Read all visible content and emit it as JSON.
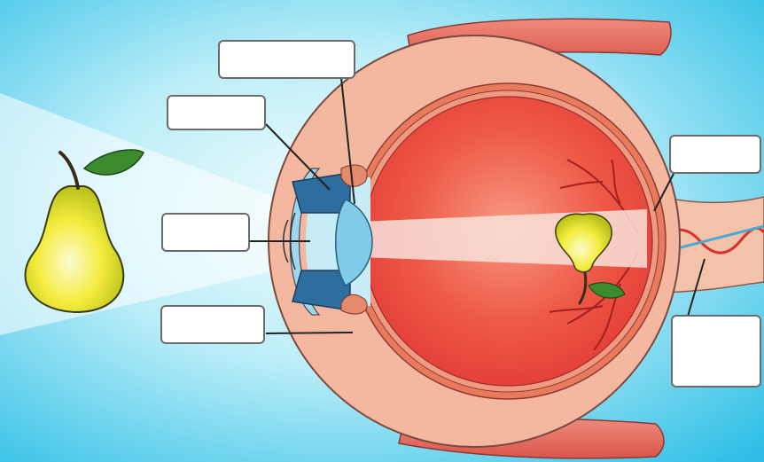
{
  "diagram": {
    "subject": "eye-cross-section",
    "colors": {
      "background_light": "#e6f8fb",
      "background_dark": "#2fbfe6",
      "sclera": "#f4b8a0",
      "choroid": "#e56a4a",
      "retina_interior": "#ee4b40",
      "iris": "#2a6e9a",
      "cornea": "#bfe9f5",
      "muscle": "#e86a5c",
      "pear": "#f5e83a",
      "leaf": "#3b8a2e",
      "optic_nerve": "#f2c0a4",
      "light_beam": "#f7e6df"
    },
    "label_boxes": [
      {
        "id": "label-1",
        "text": ""
      },
      {
        "id": "label-2",
        "text": ""
      },
      {
        "id": "label-3",
        "text": ""
      },
      {
        "id": "label-4",
        "text": ""
      },
      {
        "id": "label-5",
        "text": ""
      },
      {
        "id": "label-6",
        "text": ""
      }
    ]
  }
}
